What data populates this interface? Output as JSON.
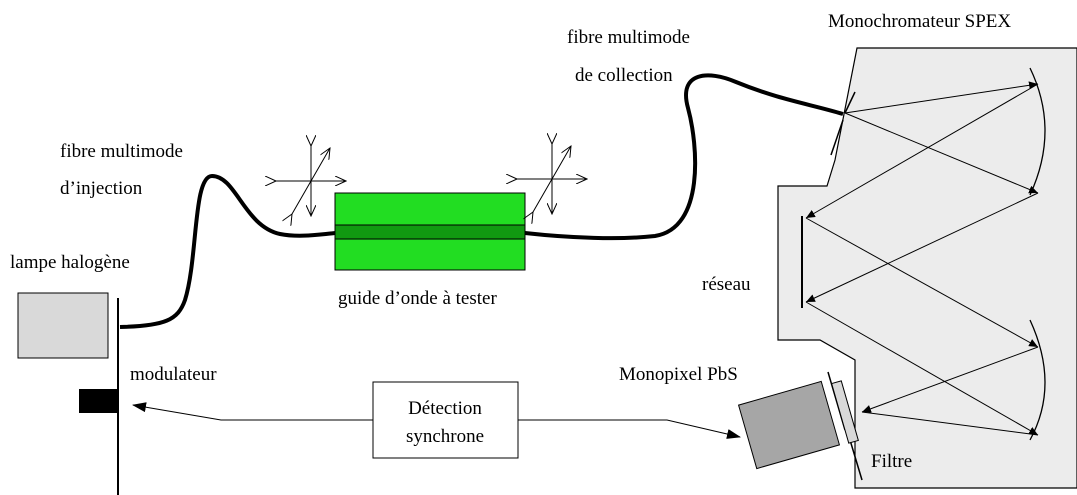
{
  "labels": {
    "monochromator": "Monochromateur SPEX",
    "fiber_collection_1": "fibre multimode",
    "fiber_collection_2": "de collection",
    "fiber_injection_1": "fibre multimode",
    "fiber_injection_2": "d’injection",
    "lamp": "lampe halogène",
    "waveguide": "guide d’onde à tester",
    "grating": "réseau",
    "modulator": "modulateur",
    "detector": "Monopixel PbS",
    "sync_1": "Détection",
    "sync_2": "synchrone",
    "filter": "Filtre"
  },
  "colors": {
    "stroke": "#000000",
    "box_gray": "#d9d9d9",
    "detector_gray": "#a6a6a6",
    "mono_fill": "#ececec",
    "guide_green": "#22dd22",
    "guide_core": "#119911",
    "modulator_black": "#000000"
  },
  "icons": {
    "positioner_left": "xyz-positioner-arrows",
    "positioner_right": "xyz-positioner-arrows"
  }
}
